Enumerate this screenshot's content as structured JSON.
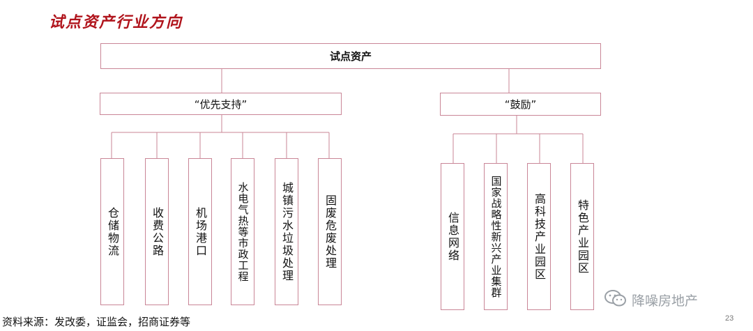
{
  "title": "试点资产行业方向",
  "root": "试点资产",
  "groups": [
    {
      "label": "“优先支持”",
      "children": [
        "仓储物流",
        "收费公路",
        "机场港口",
        "水电气热等市政工程",
        "城镇污水垃圾处理",
        "固废危废处理"
      ]
    },
    {
      "label": "“鼓励”",
      "children": [
        "信息网络",
        "国家战略性新兴产业集群",
        "高科技产业园区",
        "特色产业园区"
      ]
    }
  ],
  "source": "资料来源：发改委，证监会，招商证券等",
  "watermark": {
    "icon": "wechat-icon",
    "text": "降噪房地产"
  },
  "page_number": "23",
  "colors": {
    "title": "#b0141c",
    "line": "#c98596"
  }
}
